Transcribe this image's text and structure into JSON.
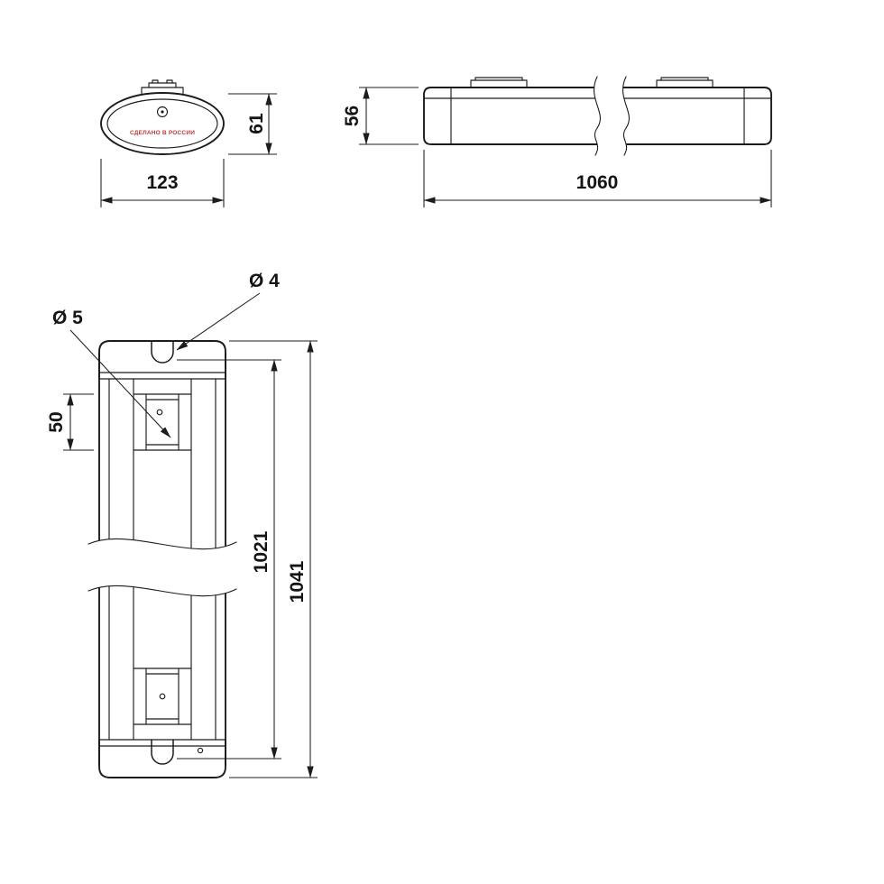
{
  "end_view": {
    "height": "61",
    "width": "123",
    "marking": "СДЕЛАНО В РОССИИ"
  },
  "side_view": {
    "height": "56",
    "length": "1060"
  },
  "plan_view": {
    "hole_top": "Ø 4",
    "hole_bracket": "Ø 5",
    "bracket_slot_length": "50",
    "mounting_length": "1021",
    "overall_length": "1041"
  },
  "colors": {
    "line": "#1c1c1c",
    "marking_red": "#c03a3a",
    "background": "#ffffff"
  }
}
